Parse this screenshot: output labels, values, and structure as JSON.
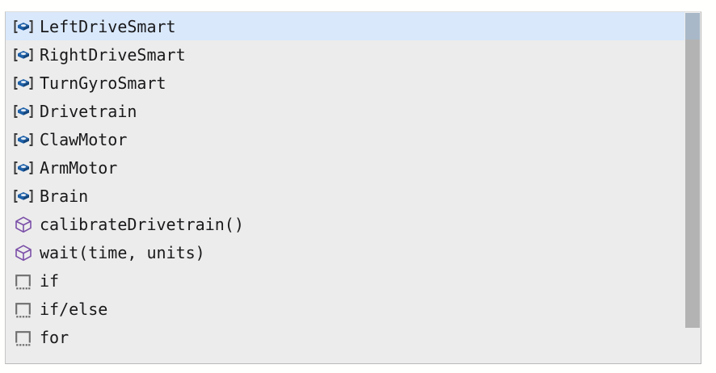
{
  "panel": {
    "name": "symbol-list",
    "background_color": "#ececec",
    "selected_row_color": "#d9e8fb",
    "border_color": "#b9b9b9"
  },
  "icons": {
    "device": {
      "name": "device-block-icon",
      "color": "#1b5fa8",
      "bracket_color": "#3a3a3a",
      "description": "blue 3D block between square brackets"
    },
    "function": {
      "name": "function-cube-icon",
      "color": "#7b4fa8",
      "description": "purple wireframe cube"
    },
    "control": {
      "name": "control-block-icon",
      "color": "#6e6e6e",
      "description": "gray square outline with dotted bottom edge"
    }
  },
  "list": {
    "selected_index": 0,
    "items": [
      {
        "label": "LeftDriveSmart",
        "icon": "device",
        "selected": true
      },
      {
        "label": "RightDriveSmart",
        "icon": "device",
        "selected": false
      },
      {
        "label": "TurnGyroSmart",
        "icon": "device",
        "selected": false
      },
      {
        "label": "Drivetrain",
        "icon": "device",
        "selected": false
      },
      {
        "label": "ClawMotor",
        "icon": "device",
        "selected": false
      },
      {
        "label": "ArmMotor",
        "icon": "device",
        "selected": false
      },
      {
        "label": "Brain",
        "icon": "device",
        "selected": false
      },
      {
        "label": "calibrateDrivetrain()",
        "icon": "function",
        "selected": false
      },
      {
        "label": "wait(time, units)",
        "icon": "function",
        "selected": false
      },
      {
        "label": "if",
        "icon": "control",
        "selected": false
      },
      {
        "label": "if/else",
        "icon": "control",
        "selected": false
      },
      {
        "label": "for",
        "icon": "control",
        "selected": false
      }
    ]
  },
  "scrollbar": {
    "name": "vertical-scrollbar",
    "thumb_color": "#b3b3b3",
    "thumb_top": 1,
    "thumb_height": 390,
    "orientation": "vertical"
  }
}
